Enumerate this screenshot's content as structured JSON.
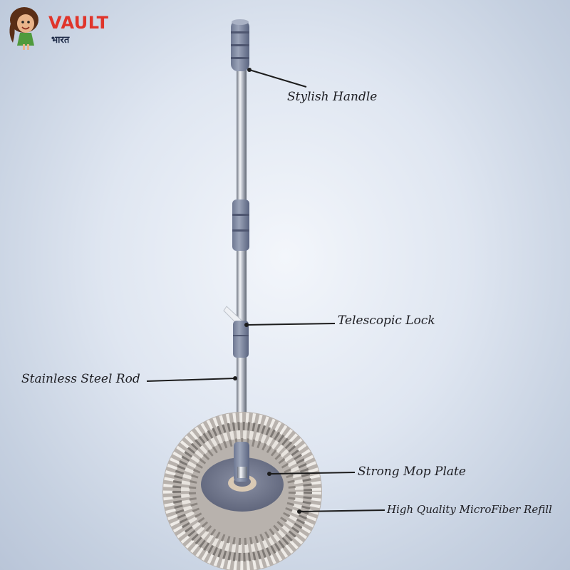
{
  "logo": {
    "name": "VAULT",
    "tagline": "भारत"
  },
  "labels": {
    "handle": "Stylish Handle",
    "lock": "Telescopic Lock",
    "rod": "Stainless Steel Rod",
    "plate": "Strong Mop Plate",
    "refill": "High Quality MicroFiber Refill"
  }
}
